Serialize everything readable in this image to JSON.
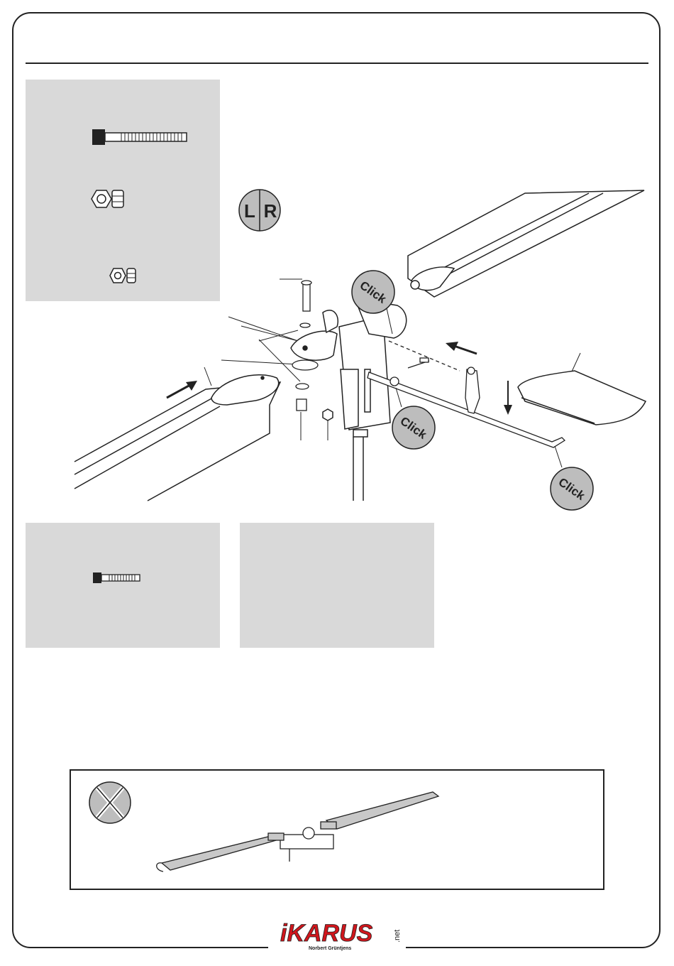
{
  "page": {
    "title": ""
  },
  "markers": {
    "lr_left": "L",
    "lr_right": "R",
    "click": "Click"
  },
  "logo": {
    "brand": "iKARUS",
    "suffix": ".net",
    "tagline": "Norbert Grüntjens"
  },
  "colors": {
    "panel": "#d9d9d9",
    "line": "#222222",
    "logo_red": "#d0161c",
    "badge_gray": "#bdbdbd"
  },
  "icons": [
    "bolt-icon",
    "nut-icon",
    "lr-icon",
    "click-badge-icon",
    "forbidden-x-icon"
  ]
}
